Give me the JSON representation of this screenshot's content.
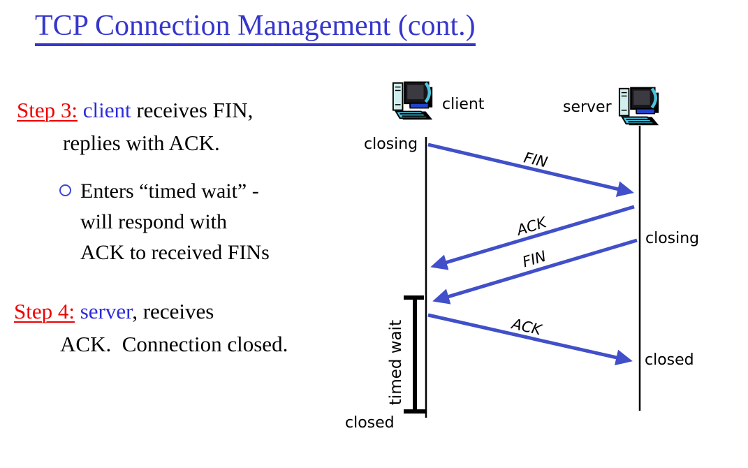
{
  "slide": {
    "title": "TCP Connection Management (cont.)",
    "colors": {
      "title_blue": "#3636cc",
      "step_red": "#ee0000",
      "actor_blue": "#2b2bdd",
      "arrow_blue": "#4150c8",
      "lifeline_black": "#000000"
    }
  },
  "steps": [
    {
      "label": "Step 3:",
      "actor": "client",
      "after": " receives FIN,",
      "line2": "replies with ACK.",
      "bullet": {
        "lines": [
          "Enters “timed wait” -",
          "will respond with",
          "ACK to received FINs"
        ]
      }
    },
    {
      "label": "Step 4:",
      "actor": "server",
      "after": ", receives",
      "line2": "ACK.  Connection closed."
    }
  ],
  "diagram": {
    "client": "client",
    "server": "server",
    "states": {
      "client_closing": "closing",
      "server_closing": "closing",
      "server_closed": "closed",
      "client_closed": "closed",
      "timed_wait": "timed wait"
    },
    "messages": [
      {
        "label": "FIN",
        "from": "client",
        "to": "server"
      },
      {
        "label": "ACK",
        "from": "server",
        "to": "client"
      },
      {
        "label": "FIN",
        "from": "server",
        "to": "client"
      },
      {
        "label": "ACK",
        "from": "client",
        "to": "server"
      }
    ]
  }
}
